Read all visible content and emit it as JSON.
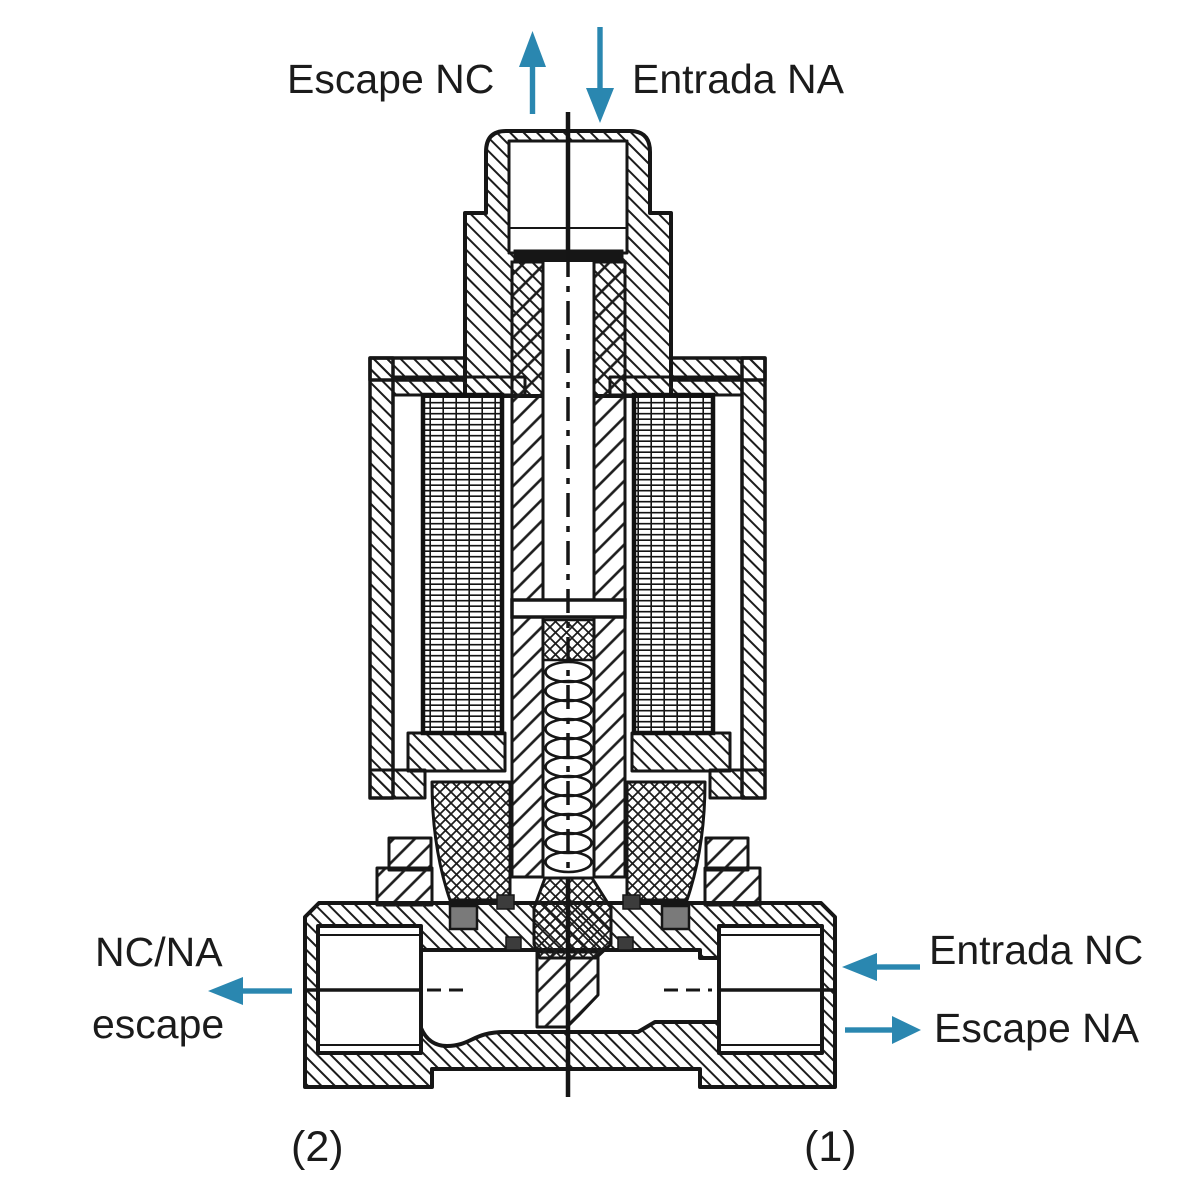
{
  "diagram": {
    "type": "solenoid-valve-cross-section",
    "labels": {
      "top_left": "Escape NC",
      "top_right": "Entrada NA",
      "left_line1": "NC/NA",
      "left_line2": "escape",
      "right_line1": "Entrada NC",
      "right_line2": "Escape NA",
      "port_left_number": "(2)",
      "port_right_number": "(1)"
    },
    "arrows": {
      "top_left_direction": "up",
      "top_right_direction": "down",
      "left_direction": "left",
      "right_upper_direction": "left",
      "right_lower_direction": "right",
      "color": "#2a87b0"
    },
    "colors": {
      "line": "#1a1a1a",
      "background": "#ffffff",
      "seal_gray": "#7a7a7a",
      "seal_dark": "#3c3c3c"
    }
  }
}
